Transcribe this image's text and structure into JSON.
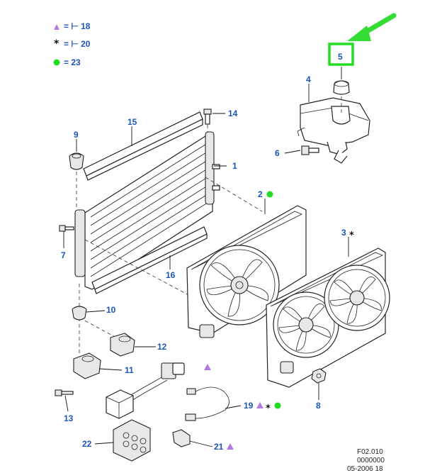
{
  "legend": [
    {
      "symbol": "triangle",
      "color": "#b07ce0",
      "text": "= ⊢ 18"
    },
    {
      "symbol": "star",
      "color": "#111111",
      "text": "= ⊢ 20"
    },
    {
      "symbol": "dot",
      "color": "#22dd22",
      "text": "= 23"
    }
  ],
  "callouts": {
    "c1": "1",
    "c2": "2",
    "c3": "3",
    "c4": "4",
    "c5": "5",
    "c6": "6",
    "c7": "7",
    "c8": "8",
    "c9": "9",
    "c10": "10",
    "c11": "11",
    "c12": "12",
    "c13": "13",
    "c14": "14",
    "c15": "15",
    "c16": "16",
    "c19": "19",
    "c21": "21",
    "c22": "22"
  },
  "highlight": {
    "box_color": "#22dd22",
    "arrow_color": "#33dd33"
  },
  "colors": {
    "callout": "#1a55b8",
    "triangle": "#b07ce0",
    "dot": "#22dd22"
  },
  "footer": {
    "line1": "F02.010",
    "line2": "0000000",
    "line3": "05-2006 18"
  }
}
